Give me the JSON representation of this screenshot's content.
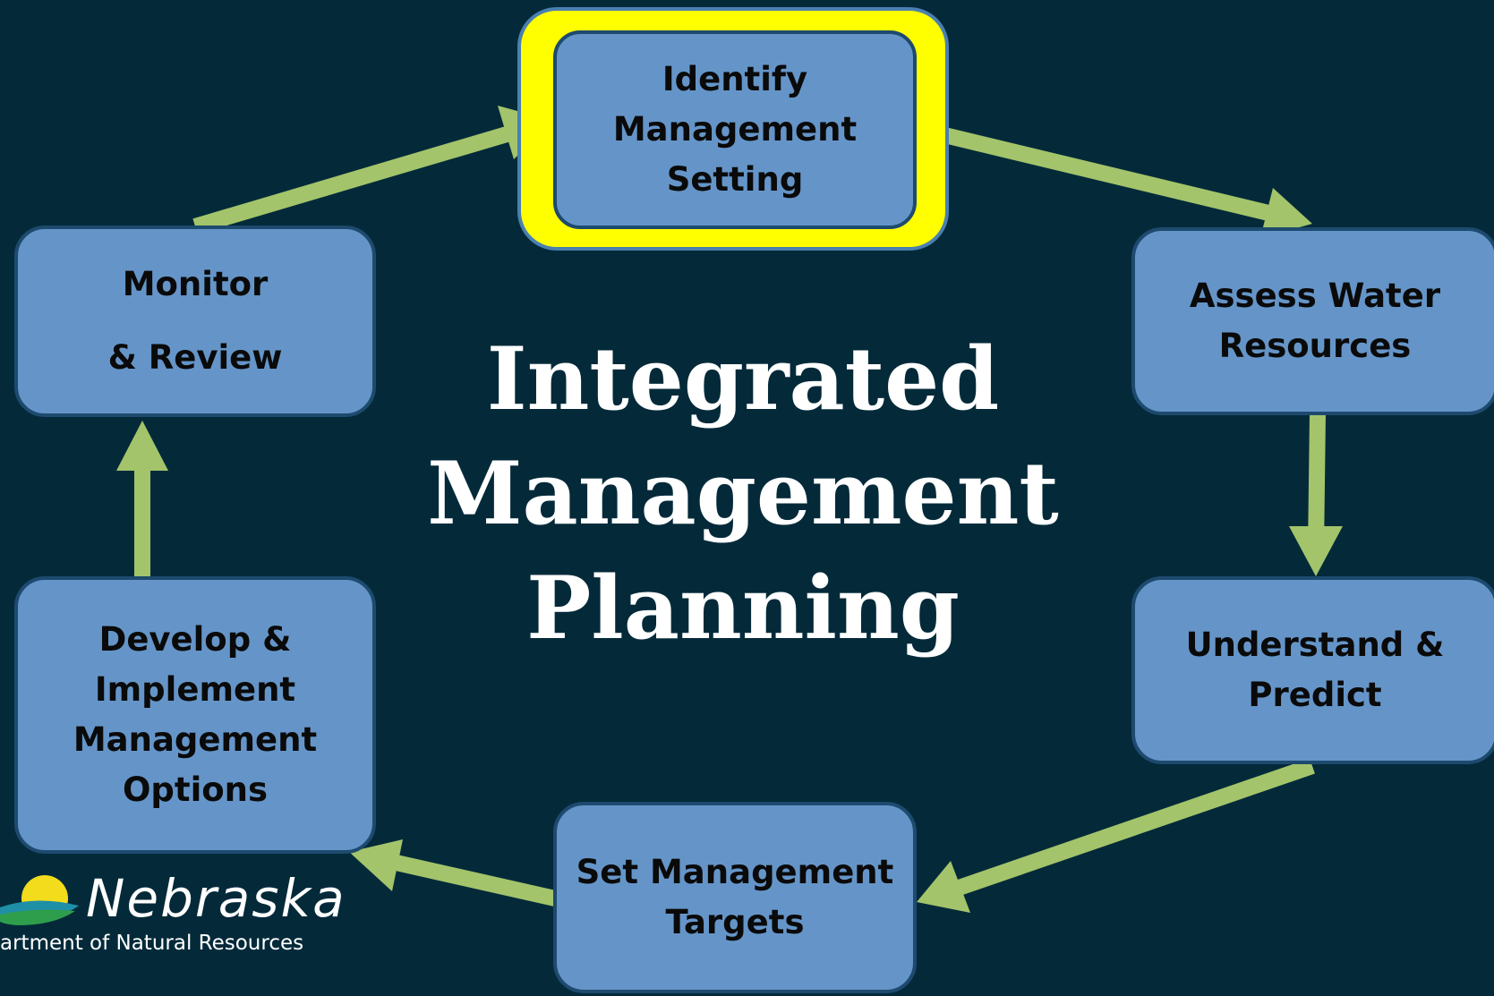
{
  "diagram": {
    "title_lines": [
      "Integrated",
      "Management",
      "Planning"
    ],
    "nodes": {
      "identify": [
        "Identify",
        "Management",
        "Setting"
      ],
      "assess": [
        "Assess Water",
        "Resources"
      ],
      "understand": [
        "Understand &",
        "Predict"
      ],
      "targets": [
        "Set Management",
        "Targets"
      ],
      "develop": [
        "Develop &",
        "Implement",
        "Management",
        "Options"
      ],
      "monitor": [
        "Monitor",
        "& Review"
      ]
    },
    "highlighted_node": "identify"
  },
  "logo": {
    "name": "Nebraska",
    "subtitle": "artment of Natural Resources"
  },
  "colors": {
    "background": "#042a3a",
    "node_fill": "#6595c8",
    "node_border": "#1d4a6e",
    "highlight": "#ffff00",
    "arrow": "#a3c46a",
    "title": "#ffffff"
  }
}
